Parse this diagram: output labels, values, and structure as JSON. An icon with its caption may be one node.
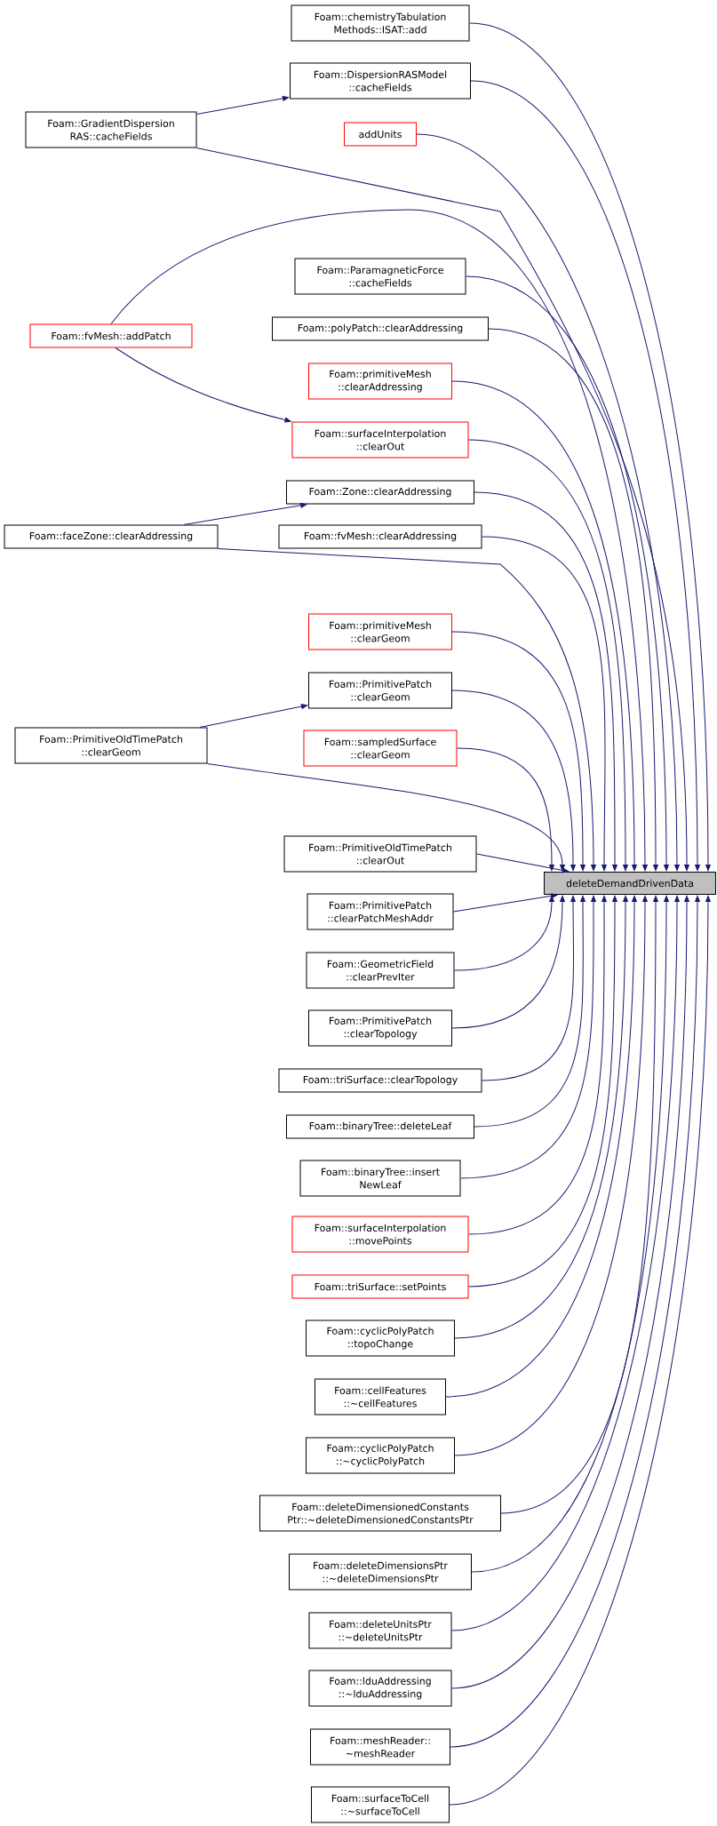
{
  "diagram": {
    "nodes": [
      {
        "text": [
          "Foam::chemistryTabulation Methods::ISAT::add"
        ]
      },
      {
        "text": [
          "Foam::DispersionRASModel ::cacheFields"
        ]
      },
      {
        "text": [
          "Foam::GradientDispersion RAS::cacheFields"
        ]
      },
      {
        "text": [
          "addUnits"
        ]
      },
      {
        "text": [
          "Foam::fvMesh::addPatch"
        ]
      },
      {
        "text": [
          "Foam::ParamagneticForce ::cacheFields"
        ]
      },
      {
        "text": [
          "Foam::polyPatch::clearAddressing"
        ]
      },
      {
        "text": [
          "Foam::primitiveMesh ::clearAddressing"
        ]
      },
      {
        "text": [
          "Foam::surfaceInterpolation ::clearOut"
        ]
      },
      {
        "text": [
          "Foam::Zone::clearAddressing"
        ]
      },
      {
        "text": [
          "Foam::faceZone::clearAddressing"
        ]
      },
      {
        "text": [
          "Foam::fvMesh::clearAddressing"
        ]
      },
      {
        "text": [
          "Foam::primitiveMesh ::clearGeom"
        ]
      },
      {
        "text": [
          "Foam::PrimitivePatch ::clearGeom"
        ]
      },
      {
        "text": [
          "Foam::PrimitiveOldTimePatch ::clearGeom"
        ]
      },
      {
        "text": [
          "Foam::sampledSurface ::clearGeom"
        ]
      },
      {
        "text": [
          "Foam::PrimitiveOldTimePatch ::clearOut"
        ]
      },
      {
        "text": [
          "deleteDemandDrivenData"
        ]
      },
      {
        "text": [
          "Foam::PrimitivePatch ::clearPatchMeshAddr"
        ]
      },
      {
        "text": [
          "Foam::GeometricField ::clearPrevIter"
        ]
      },
      {
        "text": [
          "Foam::PrimitivePatch ::clearTopology"
        ]
      },
      {
        "text": [
          "Foam::triSurface::clearTopology"
        ]
      },
      {
        "text": [
          "Foam::binaryTree::deleteLeaf"
        ]
      },
      {
        "text": [
          "Foam::binaryTree::insert NewLeaf"
        ]
      },
      {
        "text": [
          "Foam::surfaceInterpolation ::movePoints"
        ]
      },
      {
        "text": [
          "Foam::triSurface::setPoints"
        ]
      },
      {
        "text": [
          "Foam::cyclicPolyPatch ::topoChange"
        ]
      },
      {
        "text": [
          "Foam::cellFeatures ::~cellFeatures"
        ]
      },
      {
        "text": [
          "Foam::cyclicPolyPatch ::~cyclicPolyPatch"
        ]
      },
      {
        "text": [
          "Foam::deleteDimensionedConstants Ptr::~deleteDimensionedConstantsPtr"
        ]
      },
      {
        "text": [
          "Foam::deleteDimensionsPtr ::~deleteDimensionsPtr"
        ]
      },
      {
        "text": [
          "Foam::deleteUnitsPtr ::~deleteUnitsPtr"
        ]
      },
      {
        "text": [
          "Foam::lduAddressing ::~lduAddressing"
        ]
      },
      {
        "text": [
          "Foam::meshReader:: ~meshReader"
        ]
      },
      {
        "text": [
          "Foam::surfaceToCell ::~surfaceToCell"
        ]
      }
    ],
    "edges": [
      {
        "from": 0,
        "to": 17,
        "arrow": "to"
      },
      {
        "from": 1,
        "to": 17,
        "arrow": "to"
      },
      {
        "from": 2,
        "to": 1,
        "arrow": "to"
      },
      {
        "from": 2,
        "to": 17,
        "arrow": "to"
      },
      {
        "from": 3,
        "to": 17,
        "arrow": "to"
      },
      {
        "from": 4,
        "to": 8,
        "arrow": "to"
      },
      {
        "from": 4,
        "to": 17,
        "arrow": "to"
      },
      {
        "from": 5,
        "to": 17,
        "arrow": "to"
      },
      {
        "from": 6,
        "to": 17,
        "arrow": "to"
      },
      {
        "from": 7,
        "to": 17,
        "arrow": "to"
      },
      {
        "from": 8,
        "to": 17,
        "arrow": "to"
      },
      {
        "from": 9,
        "to": 17,
        "arrow": "to"
      },
      {
        "from": 10,
        "to": 9,
        "arrow": "to"
      },
      {
        "from": 10,
        "to": 17,
        "arrow": "to"
      },
      {
        "from": 11,
        "to": 17,
        "arrow": "to"
      },
      {
        "from": 12,
        "to": 17,
        "arrow": "to"
      },
      {
        "from": 13,
        "to": 17,
        "arrow": "to"
      },
      {
        "from": 14,
        "to": 13,
        "arrow": "to"
      },
      {
        "from": 14,
        "to": 17,
        "arrow": "to"
      },
      {
        "from": 15,
        "to": 17,
        "arrow": "to"
      },
      {
        "from": 16,
        "to": 17,
        "arrow": "to"
      },
      {
        "from": 18,
        "to": 17,
        "arrow": "to"
      },
      {
        "from": 19,
        "to": 17,
        "arrow": "to"
      },
      {
        "from": 20,
        "to": 17,
        "arrow": "to"
      },
      {
        "from": 21,
        "to": 17,
        "arrow": "to"
      },
      {
        "from": 22,
        "to": 17,
        "arrow": "to"
      },
      {
        "from": 23,
        "to": 17,
        "arrow": "to"
      },
      {
        "from": 24,
        "to": 17,
        "arrow": "to"
      },
      {
        "from": 25,
        "to": 17,
        "arrow": "to"
      },
      {
        "from": 26,
        "to": 17,
        "arrow": "to"
      },
      {
        "from": 27,
        "to": 17,
        "arrow": "to"
      },
      {
        "from": 28,
        "to": 17,
        "arrow": "to"
      },
      {
        "from": 29,
        "to": 17,
        "arrow": "to"
      },
      {
        "from": 30,
        "to": 17,
        "arrow": "to"
      },
      {
        "from": 31,
        "to": 17,
        "arrow": "to"
      },
      {
        "from": 32,
        "to": 17,
        "arrow": "to"
      },
      {
        "from": 33,
        "to": 17,
        "arrow": "to"
      },
      {
        "from": 34,
        "to": 17,
        "arrow": "to"
      }
    ]
  }
}
